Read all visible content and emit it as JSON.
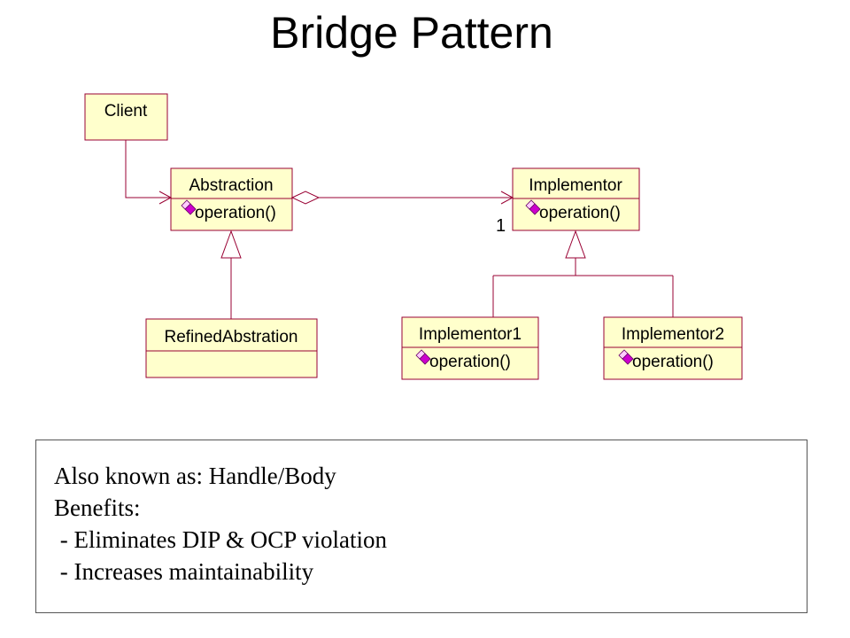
{
  "title": "Bridge Pattern",
  "classes": {
    "client": {
      "name": "Client",
      "operations": []
    },
    "abstraction": {
      "name": "Abstraction",
      "operations": [
        "operation()"
      ]
    },
    "refined_abstraction": {
      "name": "RefinedAbstration",
      "operations": []
    },
    "implementor": {
      "name": "Implementor",
      "operations": [
        "operation()"
      ]
    },
    "implementor1": {
      "name": "Implementor1",
      "operations": [
        "operation()"
      ]
    },
    "implementor2": {
      "name": "Implementor2",
      "operations": [
        "operation()"
      ]
    }
  },
  "relationships": [
    {
      "type": "association",
      "from": "Client",
      "to": "Abstraction"
    },
    {
      "type": "aggregation",
      "from": "Abstraction",
      "to": "Implementor",
      "multiplicity": "1"
    },
    {
      "type": "generalization",
      "from": "RefinedAbstration",
      "to": "Abstraction"
    },
    {
      "type": "generalization",
      "from": "Implementor1",
      "to": "Implementor"
    },
    {
      "type": "generalization",
      "from": "Implementor2",
      "to": "Implementor"
    }
  ],
  "multiplicity_label": "1",
  "colors": {
    "box_fill": "#ffffcc",
    "box_stroke": "#990033",
    "operation_icon": "#cc00cc"
  },
  "note": {
    "line1": "Also known as: Handle/Body",
    "line2": "Benefits:",
    "line3": " - Eliminates DIP & OCP violation",
    "line4": " - Increases maintainability"
  }
}
